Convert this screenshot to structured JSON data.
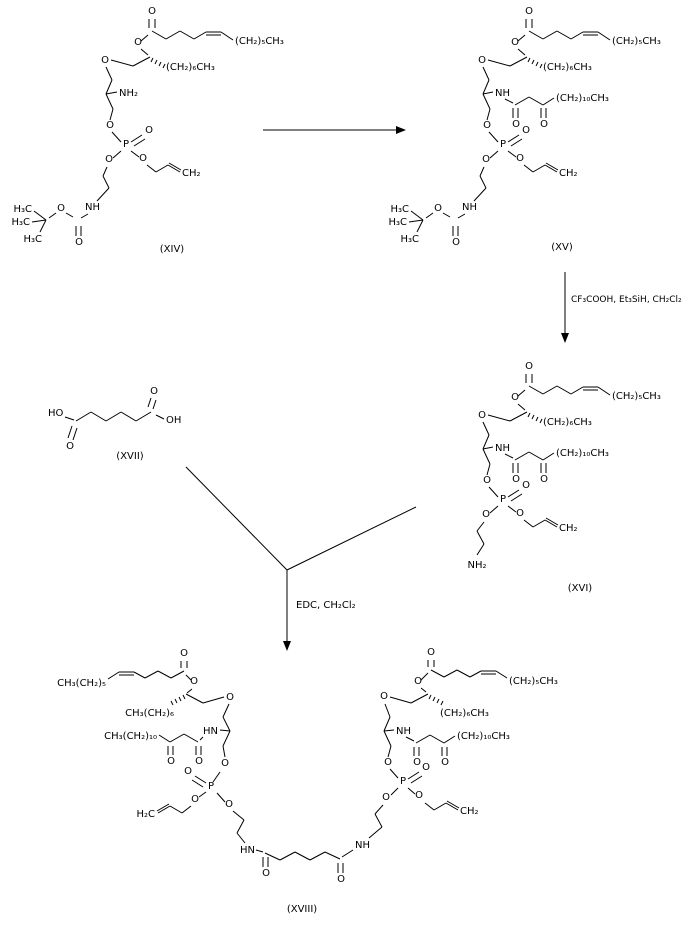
{
  "atoms": {
    "o": "O",
    "p": "P",
    "nh": "NH",
    "hn": "HN",
    "nh2": "NH₂",
    "ho": "HO",
    "oh": "OH",
    "h3c": "H₃C",
    "ch2": "CH₂",
    "h2c": "H₂C"
  },
  "chains": {
    "c5": "(CH₂)₅CH₃",
    "c6": "(CH₂)₆CH₃",
    "c10": "(CH₂)₁₀CH₃",
    "c5r": "CH₃(CH₂)₅",
    "c6r": "CH₃(CH₂)₆",
    "c10r": "CH₃(CH₂)₁₀"
  },
  "compounds": {
    "xiv": "(XIV)",
    "xv": "(XV)",
    "xvi": "(XVI)",
    "xvii": "(XVII)",
    "xviii": "(XVIII)"
  },
  "reagents": {
    "step2": "CF₃COOH, Et₃SiH, CH₂Cl₂",
    "step3": "EDC, CH₂Cl₂"
  }
}
